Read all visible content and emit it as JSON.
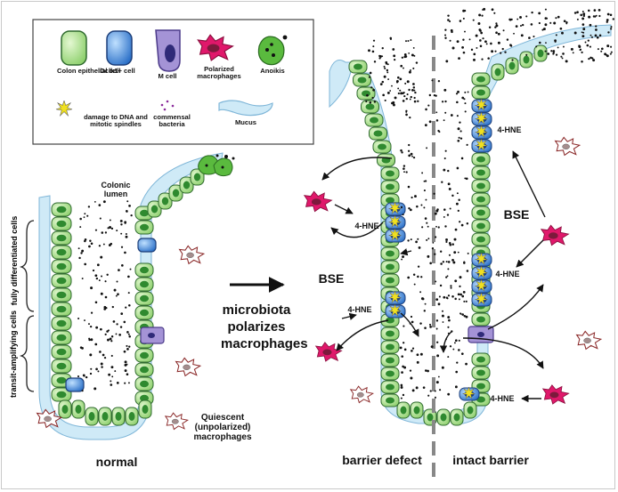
{
  "legend": {
    "colon_cell": "Colon epithelial cell",
    "dclk1_cell": "Dclk1+ cell",
    "m_cell": "M cell",
    "polarized_macrophages": "Polarized macrophages",
    "anoikis": "Anoikis",
    "dna_damage": "damage to DNA and mitotic spindles",
    "commensal_bacteria": "commensal bacteria",
    "mucus": "Mucus"
  },
  "labels": {
    "colonic_lumen": "Colonic lumen",
    "fully_differentiated": "fully differentiated cells",
    "transit_amplifying": "transit-amplifying cells",
    "quiescent_macrophages": "Quiescent (unpolarized) macrophages",
    "normal": "normal",
    "microbiota_polarizes": "microbiota polarizes macrophages",
    "bse_left": "BSE",
    "bse_right": "BSE",
    "hne": "4-HNE",
    "barrier_defect": "barrier defect",
    "intact_barrier": "intact barrier"
  },
  "colors": {
    "cell_fill": "#b6e39a",
    "cell_nucleus": "#2f8a2f",
    "dclk1": "#2f7fd6",
    "mucus": "#cfeaf7",
    "macrophage": "#e0186b",
    "dna_damage": "#f0e020"
  }
}
